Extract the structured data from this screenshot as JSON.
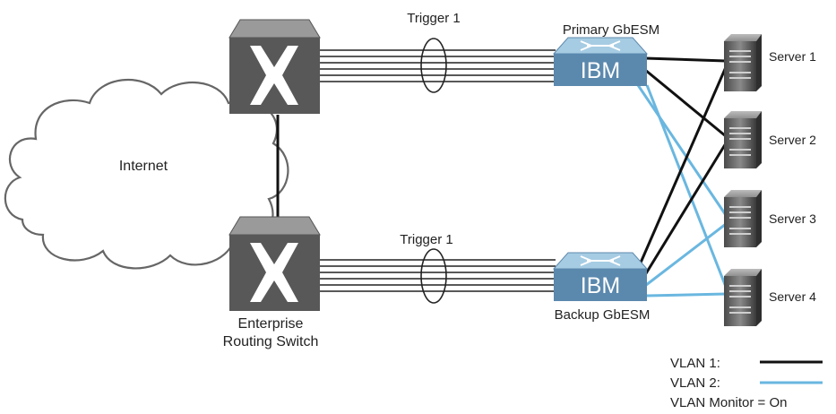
{
  "cloud": {
    "label": "Internet"
  },
  "trunks": [
    {
      "label": "Trigger 1"
    },
    {
      "label": "Trigger 1"
    }
  ],
  "switches": {
    "primary": {
      "name": "Primary GbESM",
      "brand": "IBM"
    },
    "backup": {
      "name": "Backup GbESM",
      "brand": "IBM"
    }
  },
  "enterprise_switch": {
    "line1": "Enterprise",
    "line2": "Routing Switch"
  },
  "servers": [
    {
      "label": "Server 1"
    },
    {
      "label": "Server 2"
    },
    {
      "label": "Server 3"
    },
    {
      "label": "Server 4"
    }
  ],
  "legend": {
    "vlan1": {
      "label": "VLAN 1:",
      "color": "#111111"
    },
    "vlan2": {
      "label": "VLAN 2:",
      "color": "#6ab7e0"
    },
    "monitor": "VLAN Monitor = On"
  },
  "colors": {
    "router_dark": "#5a5a5a",
    "router_top": "#8a8a8a",
    "gbesm_face": "#5f8aae",
    "gbesm_top": "#9cc3dd"
  }
}
